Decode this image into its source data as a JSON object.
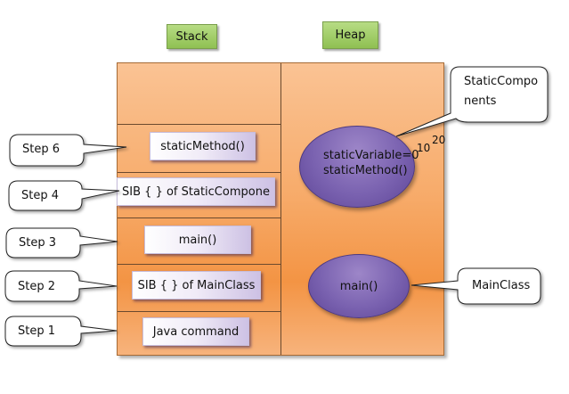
{
  "headers": {
    "stack": "Stack",
    "heap": "Heap"
  },
  "stack_frames": [
    {
      "label": "staticMethod()"
    },
    {
      "label": "SIB { } of StaticCompone"
    },
    {
      "label": "main()"
    },
    {
      "label": "SIB { } of MainClass"
    },
    {
      "label": "Java command"
    }
  ],
  "steps": [
    {
      "label": "Step 6"
    },
    {
      "label": "Step 4"
    },
    {
      "label": "Step 3"
    },
    {
      "label": "Step 2"
    },
    {
      "label": "Step 1"
    }
  ],
  "heap_objects": {
    "static_components": {
      "line1": "staticVariable=0",
      "line2": "staticMethod()",
      "annotation_1": "10",
      "annotation_2": "20"
    },
    "main_class": {
      "label": "main()"
    }
  },
  "callouts": {
    "static_components_line1": "StaticCompo",
    "static_components_line2": "nents",
    "main_class": "MainClass"
  },
  "colors": {
    "memory_orange": "#f7ab6a",
    "frame_lavender": "#cdc1e4",
    "ellipse_purple": "#7a62b0",
    "tag_green": "#9fcb63"
  }
}
